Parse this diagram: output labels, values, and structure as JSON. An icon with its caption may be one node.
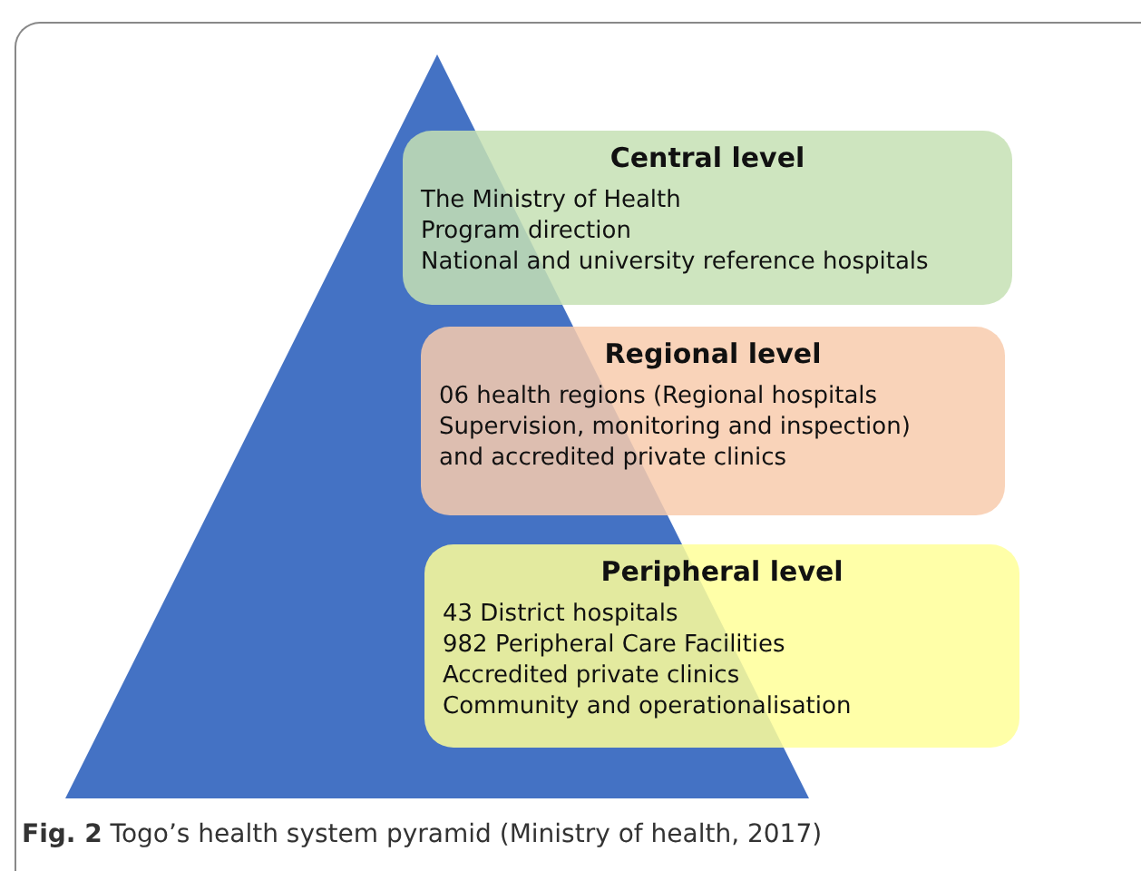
{
  "diagram": {
    "caption": "**Fig. 2** Togo’s health system pyramid (Ministry of health, 2017)",
    "nodes": [
      {
        "text": [],
        "shape": "triangle"
      },
      {
        "text": [
          "Central level",
          "The Ministry of Health",
          "Program direction",
          "National and university reference hospitals"
        ]
      },
      {
        "text": [
          "Regional level",
          "06 health regions (Regional hospitals",
          "Supervision, monitoring and inspection)",
          "and accredited private clinics"
        ]
      },
      {
        "text": [
          "Peripheral level",
          "43 District hospitals",
          "982 Peripheral Care Facilities",
          "Accredited private clinics",
          "Community and operationalisation"
        ]
      }
    ],
    "edges": []
  }
}
